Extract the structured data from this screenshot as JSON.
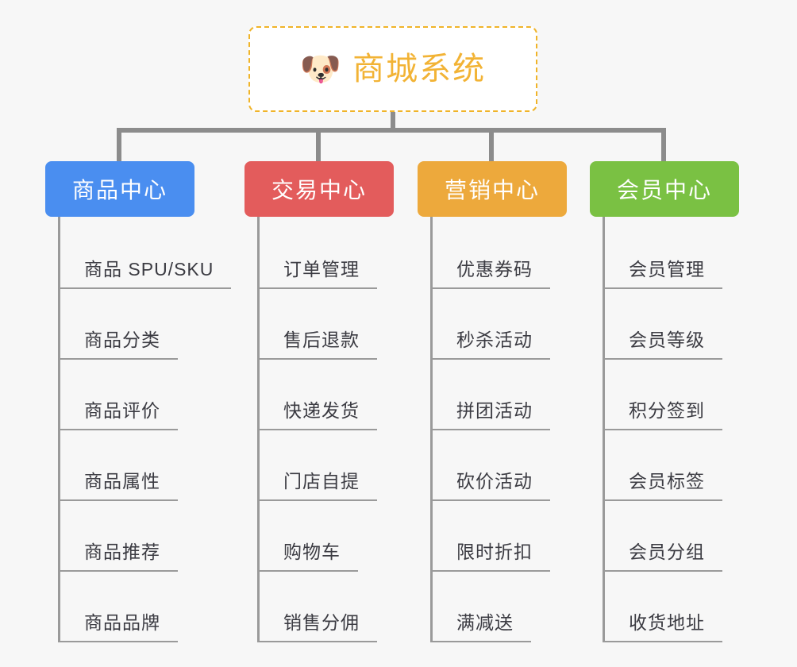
{
  "diagram": {
    "type": "mindmap-tree",
    "background_color": "#f7f7f7",
    "connector_color": "#8c8c8c",
    "root": {
      "icon": "shiba-dog-face-icon",
      "emoji": "🐶",
      "title": "商城系统",
      "title_color": "#f2b335",
      "border_color": "#f0b429",
      "border_style": "dashed",
      "background_color": "#ffffff"
    },
    "branches": [
      {
        "label": "商品中心",
        "color": "#4a8ef0",
        "items": [
          "商品 SPU/SKU",
          "商品分类",
          "商品评价",
          "商品属性",
          "商品推荐",
          "商品品牌"
        ]
      },
      {
        "label": "交易中心",
        "color": "#e35c5c",
        "items": [
          "订单管理",
          "售后退款",
          "快递发货",
          "门店自提",
          "购物车",
          "销售分佣"
        ]
      },
      {
        "label": "营销中心",
        "color": "#eda93c",
        "items": [
          "优惠券码",
          "秒杀活动",
          "拼团活动",
          "砍价活动",
          "限时折扣",
          "满减送"
        ]
      },
      {
        "label": "会员中心",
        "color": "#7ac143",
        "items": [
          "会员管理",
          "会员等级",
          "积分签到",
          "会员标签",
          "会员分组",
          "收货地址"
        ]
      }
    ]
  }
}
